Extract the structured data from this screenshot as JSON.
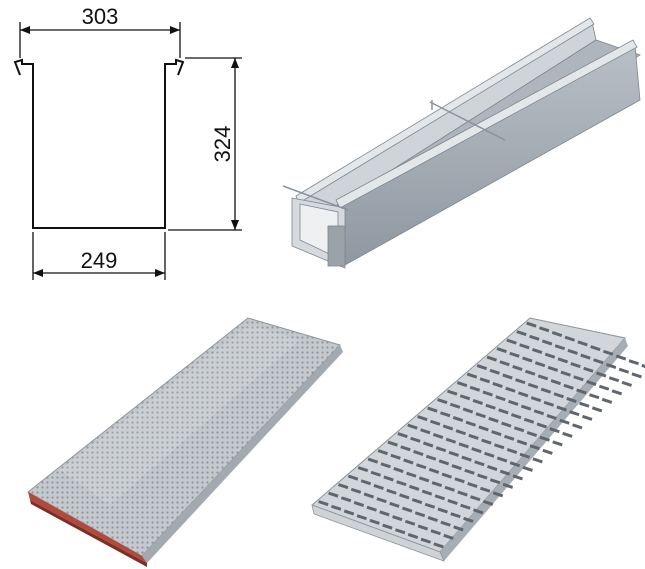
{
  "cross_section": {
    "top_width": "303",
    "height": "324",
    "bottom_width": "249"
  },
  "colors": {
    "line": "#111111",
    "steel_light": "#c9ced4",
    "steel_mid": "#9aa3ac",
    "steel_dark": "#6e7780",
    "end_cap": "#b24a3c"
  },
  "pictures": [
    {
      "name": "channel-body-3d",
      "kind": "steel drainage channel"
    },
    {
      "name": "perforated-grate",
      "kind": "perforated steel grate"
    },
    {
      "name": "slotted-grate",
      "kind": "slotted steel grate"
    }
  ]
}
